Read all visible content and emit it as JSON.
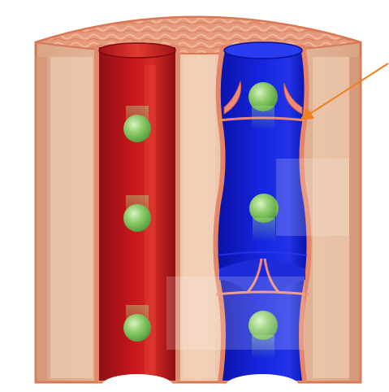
{
  "figure": {
    "colors": {
      "background": "#ffffff",
      "tissue_base": "#e7b99a",
      "tissue_light": "#f1cdb3",
      "tissue_top": "#e28f70",
      "tissue_edge": "#d77855",
      "artery_dark": "#8f0f14",
      "artery_mid": "#c8161c",
      "artery_light": "#e23a2f",
      "vein_dark": "#0a12a8",
      "vein_mid": "#1626e0",
      "vein_light": "#3d52ff",
      "valve": "#f08a76",
      "blood_cell": "#7fc15e",
      "blood_cell_highlight": "#d8f2c4",
      "arrow": "#f07f1e",
      "lumen": "#ffffff"
    },
    "arteries": [
      {
        "name": "artery",
        "blood_cells": 3
      }
    ],
    "veins": [
      {
        "name": "vein",
        "blood_cells": 3,
        "valves": 2
      }
    ],
    "pointer": {
      "target": "venous valve",
      "icon": "arrow-icon"
    }
  }
}
